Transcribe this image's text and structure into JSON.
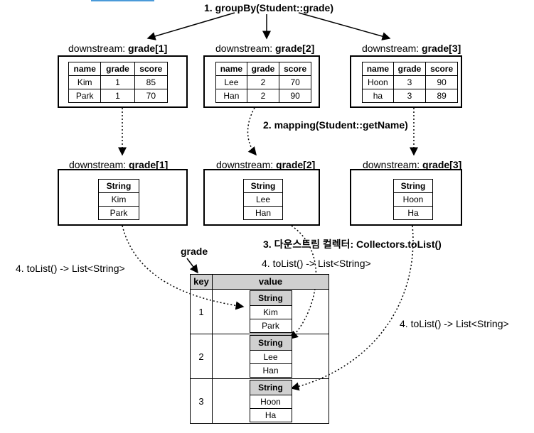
{
  "step1": "1. groupBy(Student::grade)",
  "step2": "2. mapping(Student::getName)",
  "step3": "3. 다운스트림 컬렉터: Collectors.toList()",
  "step4": "4. toList() -> List<String>",
  "downstream_prefix": "downstream: ",
  "groups": [
    {
      "label": "grade[1]",
      "students": [
        [
          "Kim",
          "1",
          "85"
        ],
        [
          "Park",
          "1",
          "70"
        ]
      ],
      "names": [
        "Kim",
        "Park"
      ]
    },
    {
      "label": "grade[2]",
      "students": [
        [
          "Lee",
          "2",
          "70"
        ],
        [
          "Han",
          "2",
          "90"
        ]
      ],
      "names": [
        "Lee",
        "Han"
      ]
    },
    {
      "label": "grade[3]",
      "students": [
        [
          "Hoon",
          "3",
          "90"
        ],
        [
          "ha",
          "3",
          "89"
        ]
      ],
      "names": [
        "Hoon",
        "Ha"
      ]
    }
  ],
  "student_headers": [
    "name",
    "grade",
    "score"
  ],
  "string_header": "String",
  "map_title": "grade",
  "map_headers": [
    "key",
    "value"
  ],
  "map_rows": [
    {
      "key": "1",
      "values": [
        "Kim",
        "Park"
      ]
    },
    {
      "key": "2",
      "values": [
        "Lee",
        "Han"
      ]
    },
    {
      "key": "3",
      "values": [
        "Hoon",
        "Ha"
      ]
    }
  ]
}
